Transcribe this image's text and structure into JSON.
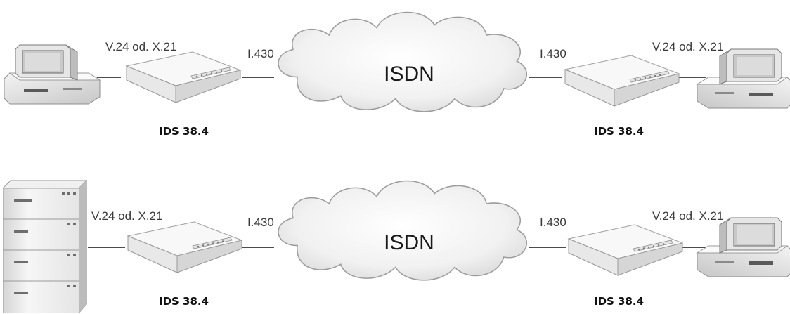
{
  "colors": {
    "background": "#ffffff",
    "device_body": "#f1f1f1",
    "device_shadow": "#c9c9c9",
    "cloud_fill": "#f3f3f3",
    "cloud_outline": "#9a9a9a",
    "line": "#111111"
  },
  "rows": [
    {
      "left_endpoint": {
        "type": "pc",
        "icon": "computer-icon"
      },
      "left_interface": "V.24 od. X.21",
      "left_device": "IDS 38.4",
      "left_network_interface": "I.430",
      "network": "ISDN",
      "right_network_interface": "I.430",
      "right_device": "IDS 38.4",
      "right_interface": "V.24 od. X.21",
      "right_endpoint": {
        "type": "pc",
        "icon": "computer-icon"
      }
    },
    {
      "left_endpoint": {
        "type": "server",
        "icon": "server-rack-icon"
      },
      "left_interface": "V.24 od. X.21",
      "left_device": "IDS 38.4",
      "left_network_interface": "I.430",
      "network": "ISDN",
      "right_network_interface": "I.430",
      "right_device": "IDS 38.4",
      "right_interface": "V.24 od. X.21",
      "right_endpoint": {
        "type": "pc",
        "icon": "computer-icon"
      }
    }
  ],
  "device_icon": "isdn-terminal-adapter-icon",
  "network_icon": "cloud-icon"
}
